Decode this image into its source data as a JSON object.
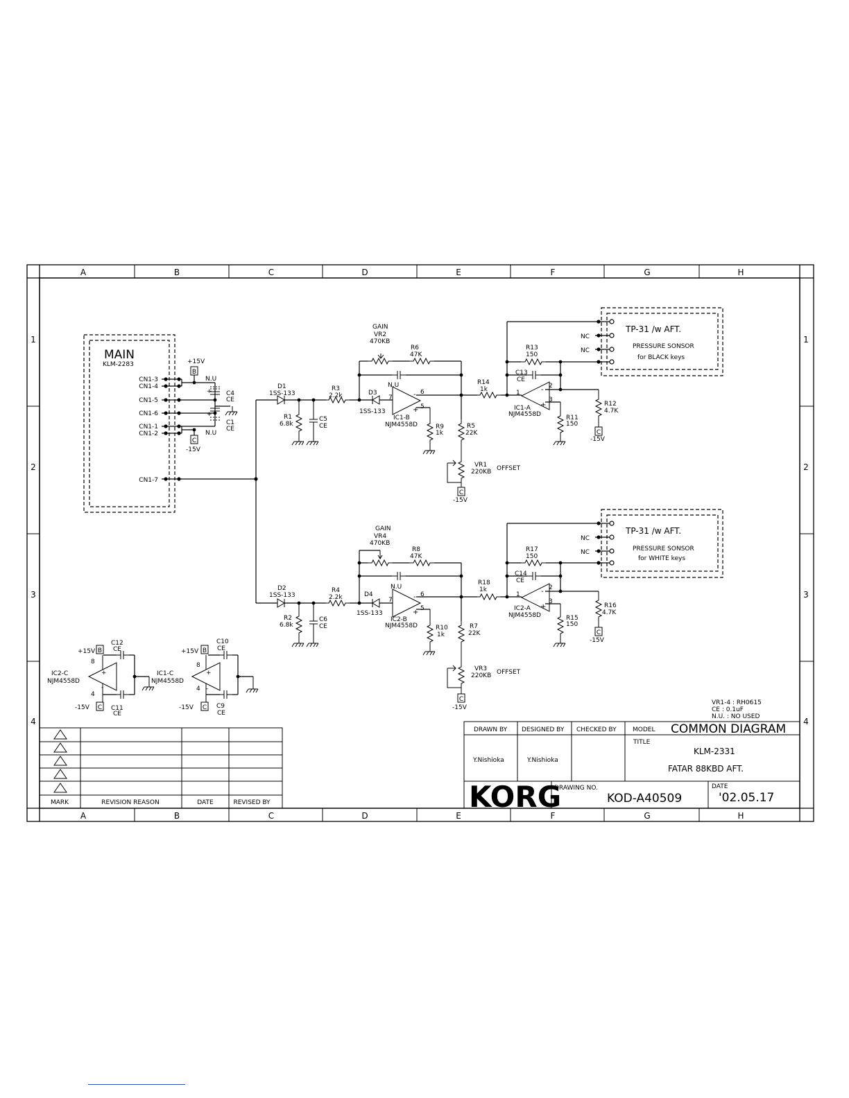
{
  "frame": {
    "columns": [
      "A",
      "B",
      "C",
      "D",
      "E",
      "F",
      "G",
      "H"
    ],
    "rows": [
      "1",
      "2",
      "3",
      "4"
    ]
  },
  "main_block": {
    "title": "MAIN",
    "part": "KLM-2283",
    "pins": [
      "CN1-3",
      "CN1-4",
      "CN1-5",
      "CN1-6",
      "CN1-1",
      "CN1-2",
      "CN1-7"
    ]
  },
  "power": {
    "pos": "+15V",
    "neg": "-15V",
    "tag_b": "B",
    "tag_c": "C"
  },
  "supply_caps": {
    "nu": "N.U",
    "c4": "C4",
    "c1": "C1",
    "ce": "CE"
  },
  "channel_black": {
    "d1": "D1",
    "d1_type": "1SS-133",
    "r1": "R1",
    "r1_val": "6.8k",
    "c5": "C5",
    "c5_type": "CE",
    "r3": "R3",
    "r3_val": "2.2k",
    "gain": "GAIN",
    "vr2": "VR2",
    "vr2_val": "470KB",
    "r6": "R6",
    "r6_val": "47K",
    "nu": "N.U",
    "d3": "D3",
    "d3_type": "1SS-133",
    "ic": "IC1-B",
    "ic_type": "NJM4558D",
    "r9": "R9",
    "r9_val": "1k",
    "r5": "R5",
    "r5_val": "22K",
    "vr1": "VR1",
    "vr1_val": "220KB",
    "offset": "OFFSET",
    "r14": "R14",
    "r14_val": "1k",
    "r13": "R13",
    "r13_val": "150",
    "c13": "C13",
    "c13_type": "CE",
    "ic2": "IC1-A",
    "ic2_type": "NJM4558D",
    "r11": "R11",
    "r11_val": "150",
    "r12": "R12",
    "r12_val": "4.7K",
    "pin_7": "7",
    "pin_6": "6",
    "pin_5": "5",
    "pin_1": "1",
    "pin_2": "2",
    "pin_3": "3",
    "sensor_title": "TP-31 /w AFT.",
    "sensor_line1": "PRESSURE SONSOR",
    "sensor_line2": "for BLACK keys",
    "nc": "NC"
  },
  "channel_white": {
    "d2": "D2",
    "d2_type": "1SS-133",
    "r2": "R2",
    "r2_val": "6.8k",
    "c6": "C6",
    "c6_type": "CE",
    "r4": "R4",
    "r4_val": "2.2k",
    "gain": "GAIN",
    "vr4": "VR4",
    "vr4_val": "470KB",
    "r8": "R8",
    "r8_val": "47K",
    "nu": "N.U",
    "d4": "D4",
    "d4_type": "1SS-133",
    "ic": "IC2-B",
    "ic_type": "NJM4558D",
    "r10": "R10",
    "r10_val": "1k",
    "r7": "R7",
    "r7_val": "22K",
    "vr3": "VR3",
    "vr3_val": "220KB",
    "offset": "OFFSET",
    "r18": "R18",
    "r18_val": "1k",
    "r17": "R17",
    "r17_val": "150",
    "c14": "C14",
    "c14_type": "CE",
    "ic2": "IC2-A",
    "ic2_type": "NJM4558D",
    "r15": "R15",
    "r15_val": "150",
    "r16": "R16",
    "r16_val": "4.7K",
    "pin_7": "7",
    "pin_6": "6",
    "pin_5": "5",
    "pin_1": "1",
    "pin_2": "2",
    "pin_3": "3",
    "sensor_title": "TP-31 /w AFT.",
    "sensor_line1": "PRESSURE SONSOR",
    "sensor_line2": "for WHITE keys",
    "nc": "NC"
  },
  "power_ics": {
    "ic2c": "IC2-C",
    "ic2c_type": "NJM4558D",
    "c12": "C12",
    "c11": "C11",
    "ic1c": "IC1-C",
    "ic1c_type": "NJM4558D",
    "c10": "C10",
    "c9": "C9",
    "ce": "CE",
    "pin8": "8",
    "pin4": "4",
    "plus": "+",
    "minus": "-"
  },
  "notes": [
    "VR1-4 : RH0615",
    "CE : 0.1uF",
    "N.U. : NO USED"
  ],
  "revision_table": {
    "headers": [
      "MARK",
      "REVISION REASON",
      "DATE",
      "REVISED BY"
    ]
  },
  "title_block": {
    "drawn_by_label": "DRAWN BY",
    "designed_by_label": "DESIGNED BY",
    "checked_by_label": "CHECKED BY",
    "model_label": "MODEL",
    "model": "COMMON DIAGRAM",
    "title_label": "TITLE",
    "title_line1": "KLM-2331",
    "title_line2": "FATAR 88KBD AFT.",
    "drawn_by": "Y.Nishioka",
    "designed_by": "Y.Nishioka",
    "brand": "KORG",
    "drawing_no_label": "DRAWING NO.",
    "drawing_no": "KOD-A40509",
    "date_label": "DATE",
    "date": "'02.05.17"
  }
}
